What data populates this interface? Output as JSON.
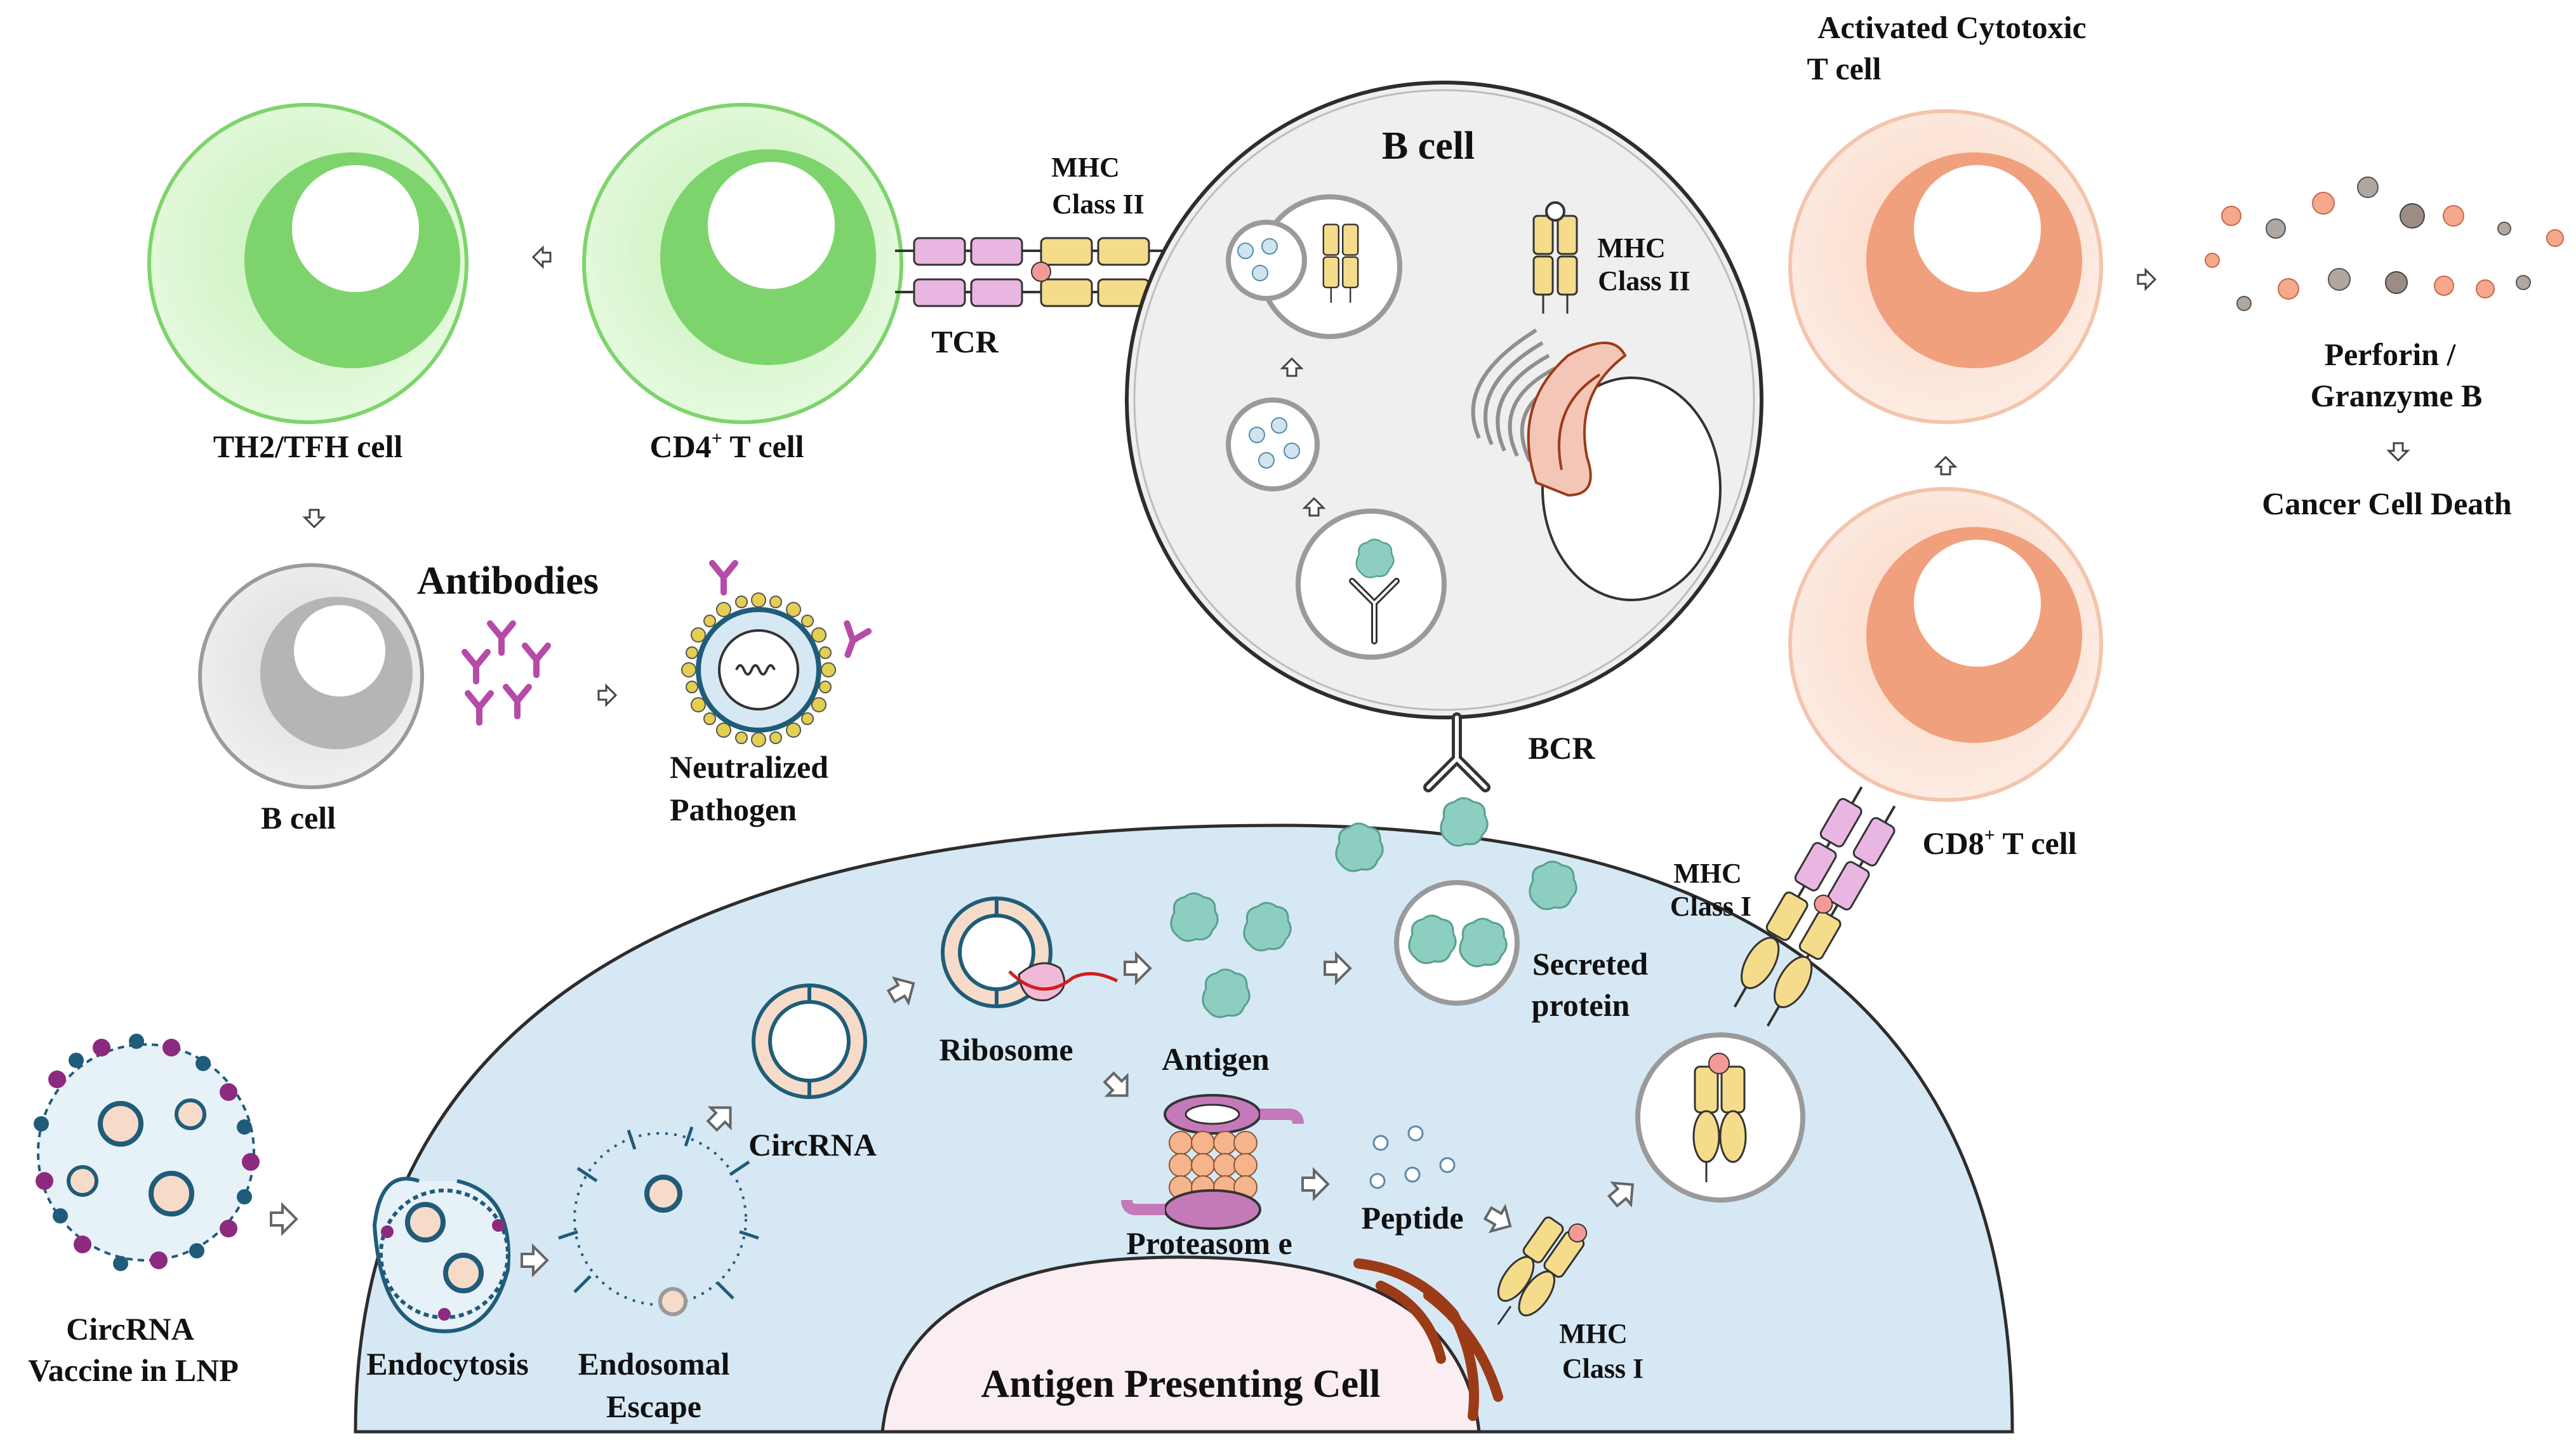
{
  "colors": {
    "apc_fill": "#d6e8f4",
    "green_cell": "#7ed46c",
    "orange_cell": "#f0a07c",
    "gray_cell": "#b5b5b5",
    "mhc": "#f5dc8a",
    "tcr": "#e9b6e2",
    "antigen": "#8ccfc0",
    "circrna": "#f6dcc8",
    "lnp": "#1f5c7a",
    "er": "#9b3b18",
    "antibody": "#b64aa8"
  },
  "labels": {
    "th2_tfh": "TH2/TFH cell",
    "cd4": "CD4",
    "cd4_rest": " T cell",
    "mhc2_top_1": "MHC",
    "mhc2_top_2": "Class II",
    "tcr": "TCR",
    "b_cell_big": "B cell",
    "mhc2_in_1": "MHC",
    "mhc2_in_2": "Class II",
    "activated_1": "Activated Cytotoxic",
    "activated_2": "T cell",
    "perforin_1": "Perforin /",
    "perforin_2": "Granzyme B",
    "cancer_death": "Cancer Cell Death",
    "antibodies": "Antibodies",
    "neutralized_1": "Neutralized",
    "neutralized_2": "Pathogen",
    "b_cell_small": "B cell",
    "bcr": "BCR",
    "cd8": "CD8",
    "cd8_rest": " T cell",
    "mhc1_right_1": "MHC",
    "mhc1_right_2": "Class I",
    "secreted_1": "Secreted",
    "secreted_2": "protein",
    "ribosome": "Ribosome",
    "antigen": "Antigen",
    "circrna": "CircRNA",
    "proteasome": "Proteasom e",
    "peptide": "Peptide",
    "mhc1_bottom_1": "MHC",
    "mhc1_bottom_2": "Class I",
    "vaccine_1": "CircRNA",
    "vaccine_2": "Vaccine in LNP",
    "endocytosis": "Endocytosis",
    "endosomal_1": "Endosomal",
    "endosomal_2": "Escape",
    "apc": "Antigen Presenting Cell",
    "superscript_plus": "+"
  }
}
